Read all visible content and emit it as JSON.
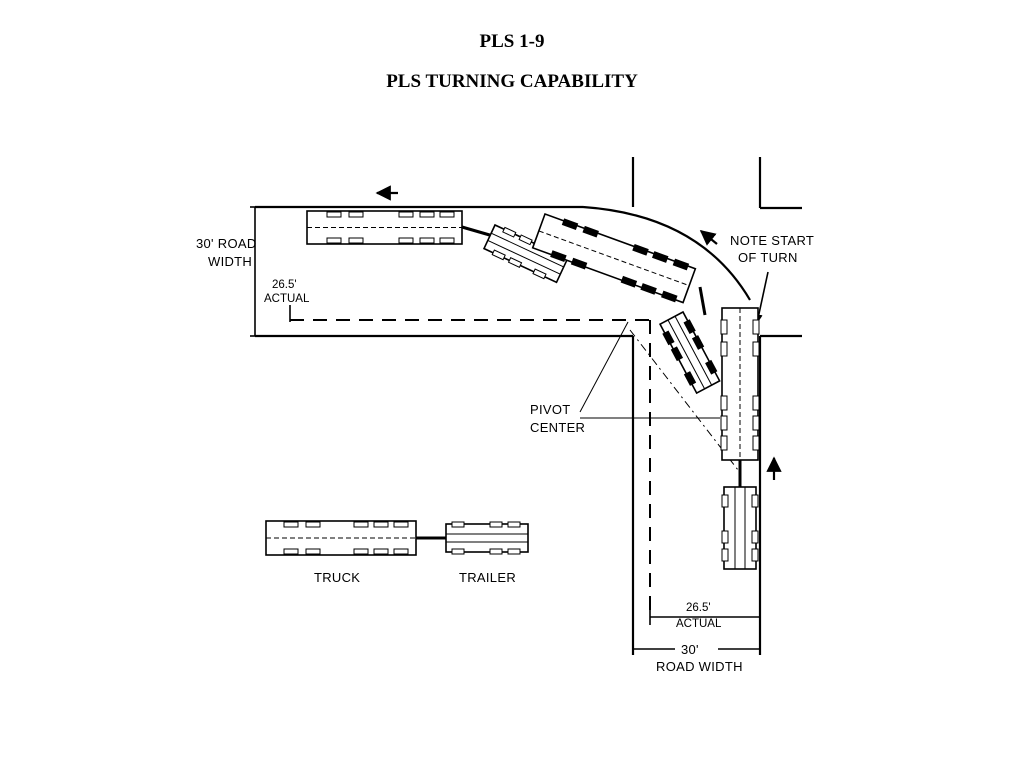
{
  "title": "PLS 1-9",
  "subtitle": "PLS TURNING CAPABILITY",
  "labels": {
    "road_width_left_1": "30' ROAD",
    "road_width_left_2": "WIDTH",
    "actual_left_1": "26.5'",
    "actual_left_2": "ACTUAL",
    "note_1": "NOTE START",
    "note_2": "OF TURN",
    "pivot_1": "PIVOT",
    "pivot_2": "CENTER",
    "truck": "TRUCK",
    "trailer": "TRAILER",
    "actual_bottom_1": "26.5'",
    "actual_bottom_2": "ACTUAL",
    "road_width_bottom_1": "30'",
    "road_width_bottom_2": "ROAD WIDTH"
  }
}
